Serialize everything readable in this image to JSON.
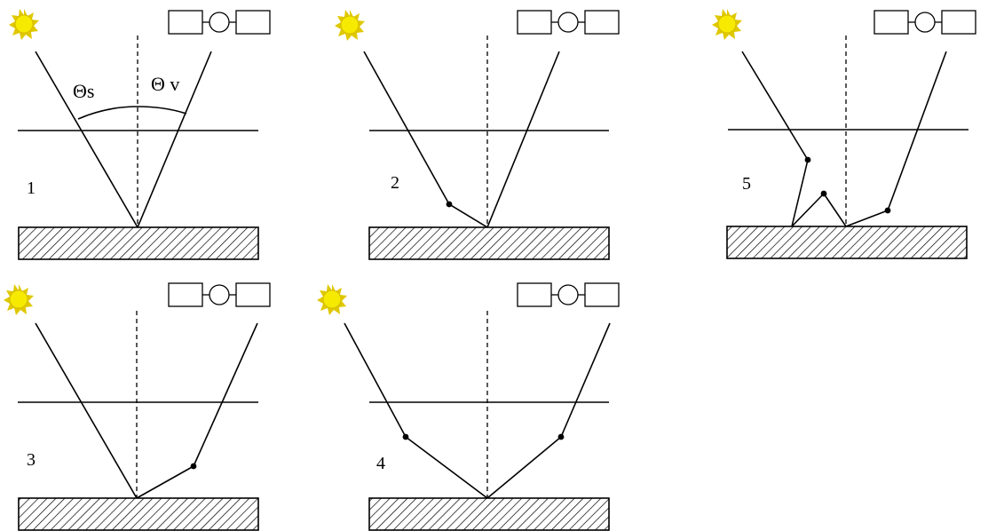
{
  "figure": {
    "panels": [
      {
        "number": "1",
        "angle_labels": {
          "sun": "Θs",
          "view": "Θ v"
        }
      },
      {
        "number": "2"
      },
      {
        "number": "5"
      },
      {
        "number": "3"
      },
      {
        "number": "4"
      }
    ],
    "icons": {
      "sun": "sun-icon",
      "sensor": "satellite-icon",
      "surface": "hatched-surface"
    },
    "colors": {
      "sun_fill": "#f5ea00",
      "sun_rays": "#e0c800",
      "line": "#000000",
      "background": "#ffffff"
    }
  }
}
